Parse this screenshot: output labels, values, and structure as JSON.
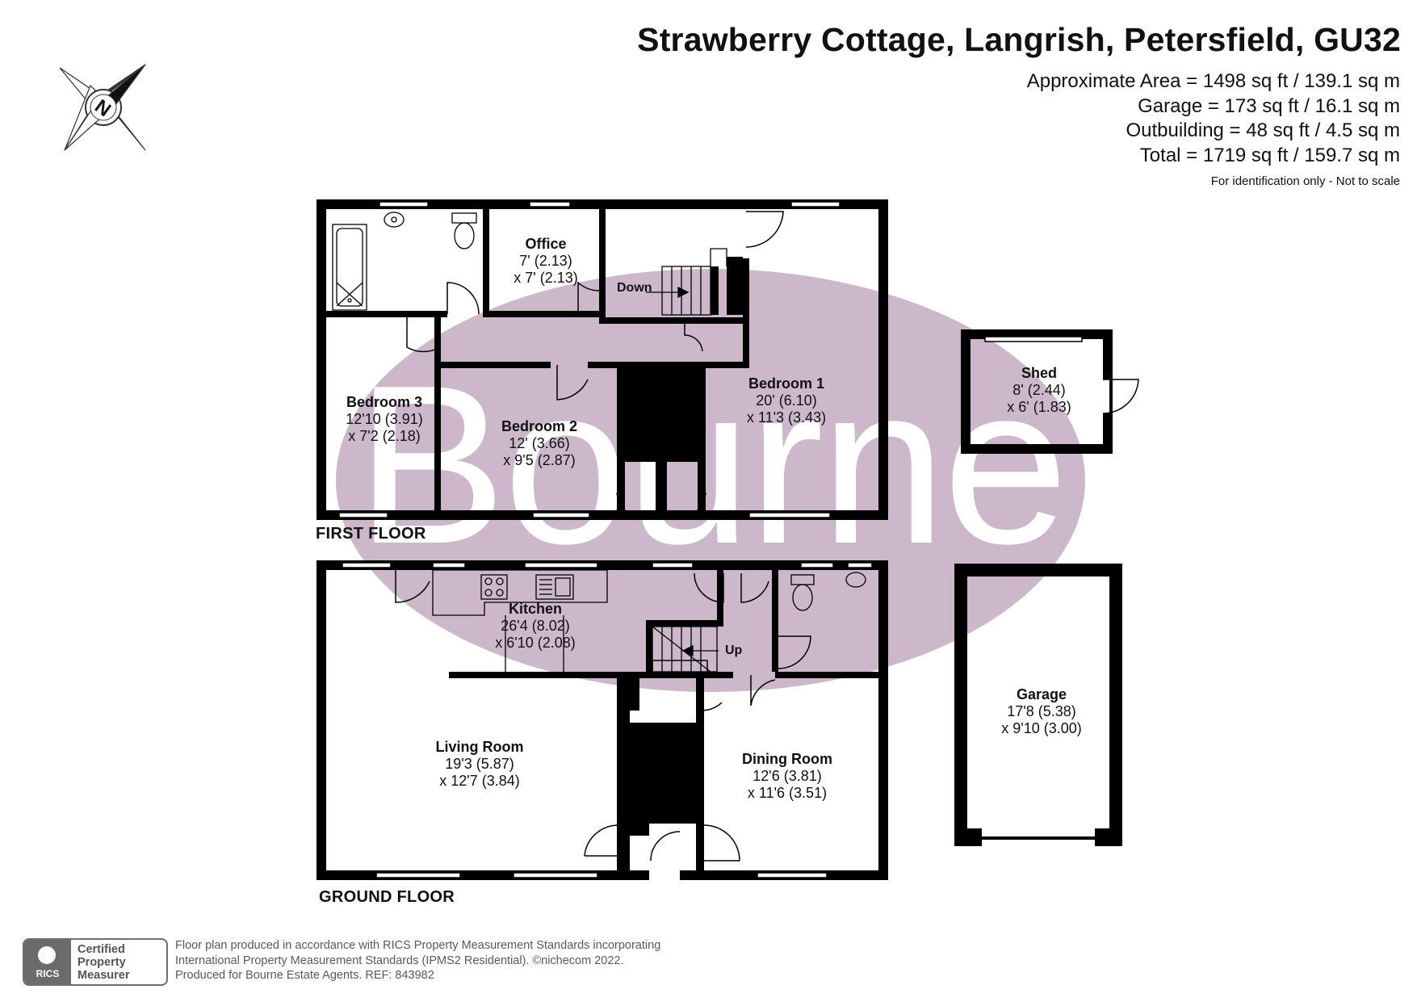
{
  "header": {
    "title": "Strawberry Cottage, Langrish, Petersfield, GU32",
    "areas": [
      "Approximate Area = 1498 sq ft / 139.1 sq m",
      "Garage = 173 sq ft / 16.1 sq m",
      "Outbuilding = 48 sq ft / 4.5 sq m",
      "Total = 1719 sq ft / 159.7 sq m"
    ],
    "note": "For identification only - Not to scale"
  },
  "compass": {
    "label": "N",
    "icon": "north-compass-icon"
  },
  "watermark": {
    "text": "Bourne",
    "color": "#cdb8cb"
  },
  "floors": {
    "first": "FIRST FLOOR",
    "ground": "GROUND FLOOR"
  },
  "rooms": {
    "office": {
      "name": "Office",
      "d1": "7' (2.13)",
      "d2": "x 7' (2.13)"
    },
    "bedroom1": {
      "name": "Bedroom 1",
      "d1": "20' (6.10)",
      "d2": "x 11'3 (3.43)"
    },
    "bedroom2": {
      "name": "Bedroom 2",
      "d1": "12' (3.66)",
      "d2": "x 9'5 (2.87)"
    },
    "bedroom3": {
      "name": "Bedroom 3",
      "d1": "12'10 (3.91)",
      "d2": "x 7'2 (2.18)"
    },
    "shed": {
      "name": "Shed",
      "d1": "8' (2.44)",
      "d2": "x 6' (1.83)"
    },
    "kitchen": {
      "name": "Kitchen",
      "d1": "26'4 (8.02)",
      "d2": "x 6'10 (2.08)"
    },
    "living": {
      "name": "Living Room",
      "d1": "19'3 (5.87)",
      "d2": "x 12'7 (3.84)"
    },
    "dining": {
      "name": "Dining Room",
      "d1": "12'6 (3.81)",
      "d2": "x 11'6 (3.51)"
    },
    "garage": {
      "name": "Garage",
      "d1": "17'8 (5.38)",
      "d2": "x 9'10 (3.00)"
    }
  },
  "stairs": {
    "down": "Down",
    "up": "Up"
  },
  "badge": {
    "logo": "RICS",
    "line1": "Certified",
    "line2": "Property",
    "line3": "Measurer"
  },
  "footer": {
    "line1": "Floor plan produced in accordance with RICS Property Measurement Standards incorporating",
    "line2": "International Property Measurement Standards (IPMS2 Residential).   ©nichecom 2022.",
    "line3": "Produced for Bourne Estate Agents.   REF:  843982"
  }
}
